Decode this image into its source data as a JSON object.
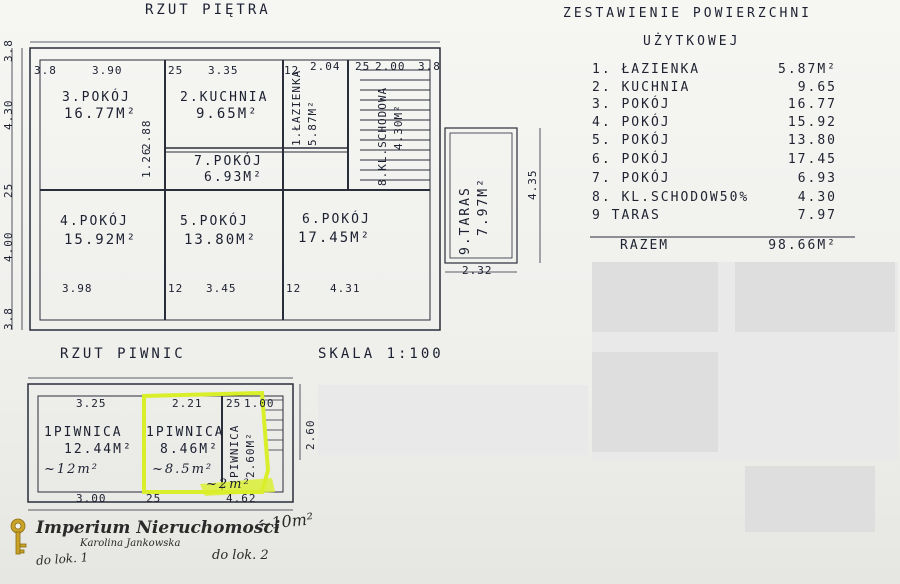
{
  "floor_plan": {
    "title": "RZUT PIĘTRA",
    "top_dims": [
      "3.8",
      "3.90",
      "25",
      "3.35",
      "12",
      "2.04",
      "25",
      "2.00",
      "3.8"
    ],
    "left_dims": [
      "3.8",
      "4.30",
      "25",
      "4.00",
      "3.8"
    ],
    "rooms": {
      "r3": {
        "name": "3.POKÓJ",
        "area": "16.77M²"
      },
      "r2": {
        "name": "2.KUCHNIA",
        "area": "9.65M²"
      },
      "r1": {
        "name": "1.ŁAZIENKA",
        "area": "5.87M²"
      },
      "r8": {
        "name": "8.KL.SCHODOWA",
        "area": "4.30M²"
      },
      "r7": {
        "name": "7.POKÓJ",
        "area": "6.93M²"
      },
      "r4": {
        "name": "4.POKÓJ",
        "area": "15.92M²"
      },
      "r5": {
        "name": "5.POKÓJ",
        "area": "13.80M²"
      },
      "r6": {
        "name": "6.POKÓJ",
        "area": "17.45M²"
      },
      "r9": {
        "name": "9.TARAS",
        "area": "7.97M²"
      }
    },
    "inner_dims": [
      "2.88",
      "1.26"
    ],
    "bottom_dims": [
      "3.98",
      "12",
      "3.45",
      "12",
      "4.31"
    ],
    "taras_dims": [
      "4.35",
      "2.32"
    ]
  },
  "summary": {
    "title": "ZESTAWIENIE POWIERZCHNI",
    "subtitle": "UŻYTKOWEJ",
    "rows": [
      {
        "name": "1. ŁAZIENKA",
        "value": "5.87M²"
      },
      {
        "name": "2. KUCHNIA",
        "value": "9.65"
      },
      {
        "name": "3. POKÓJ",
        "value": "16.77"
      },
      {
        "name": "4. POKÓJ",
        "value": "15.92"
      },
      {
        "name": "5. POKÓJ",
        "value": "13.80"
      },
      {
        "name": "6. POKÓJ",
        "value": "17.45"
      },
      {
        "name": "7. POKÓJ",
        "value": "6.93"
      },
      {
        "name": "8. KL.SCHODOW50%",
        "value": "4.30"
      },
      {
        "name": "9 TARAS",
        "value": "7.97"
      }
    ],
    "total_label": "RAZEM",
    "total_value": "98.66M²"
  },
  "basement_plan": {
    "title": "RZUT PIWNIC",
    "scale": "SKALA 1:100",
    "top_dims": [
      "3.25",
      "2.21",
      "25",
      "1.00"
    ],
    "right_dim": "2.60",
    "rooms": {
      "p1": {
        "name": "1PIWNICA",
        "area": "12.44M²",
        "note": "~12m²"
      },
      "p2": {
        "name": "1PIWNICA",
        "area": "8.46M²",
        "note": "~8.5m²"
      },
      "p3": {
        "name": "PIWNICA",
        "area": "2.60M²",
        "note": "~2m²"
      }
    },
    "bottom_dims": [
      "3.00",
      "25",
      "4.62"
    ],
    "handwritten": [
      "~10m²",
      "do lok. 1",
      "do lok. 2"
    ]
  },
  "branding": {
    "company": "Imperium Nieruchomości",
    "agent": "Karolina Jankowska"
  },
  "colors": {
    "ink": "#1f2230",
    "highlight": "#d9ef2a",
    "paper": "#f2f2ef",
    "redact": "#e6e6e6"
  }
}
